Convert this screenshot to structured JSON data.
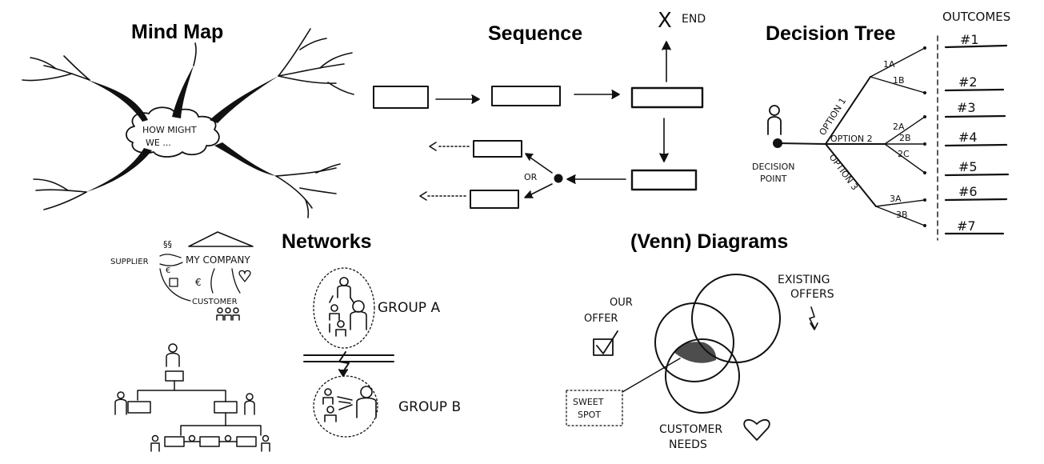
{
  "sections": {
    "mind_map": "Mind Map",
    "sequence": "Sequence",
    "decision_tree": "Decision Tree",
    "networks": "Networks",
    "venn": "(Venn) Diagrams"
  },
  "mind_map": {
    "center_line1": "HOW MIGHT",
    "center_line2": "WE ..."
  },
  "sequence": {
    "end_mark": "X",
    "end_label": "END",
    "or_label": "OR"
  },
  "decision_tree": {
    "outcomes_header": "OUTCOMES",
    "decision_point_line1": "DECISION",
    "decision_point_line2": "POINT",
    "options": [
      "OPTION 1",
      "OPTION 2",
      "OPTION 3"
    ],
    "branches": [
      "1A",
      "1B",
      "2A",
      "2B",
      "2C",
      "3A",
      "3B"
    ],
    "outcomes": [
      "#1",
      "#2",
      "#3",
      "#4",
      "#5",
      "#6",
      "#7"
    ]
  },
  "networks": {
    "supplier": "SUPPLIER",
    "my_company": "MY COMPANY",
    "customer": "CUSTOMER",
    "section_sign": "§§",
    "euro_1": "€",
    "euro_2": "€",
    "group_a": "GROUP A",
    "group_b": "GROUP B"
  },
  "venn": {
    "our_offer_line1": "OUR",
    "our_offer_line2": "OFFER",
    "existing_line1": "EXISTING",
    "existing_line2": "OFFERS",
    "sweet_line1": "SWEET",
    "sweet_line2": "SPOT",
    "customer_line1": "CUSTOMER",
    "customer_line2": "NEEDS"
  },
  "colors": {
    "ink": "#111111",
    "background": "#ffffff"
  }
}
